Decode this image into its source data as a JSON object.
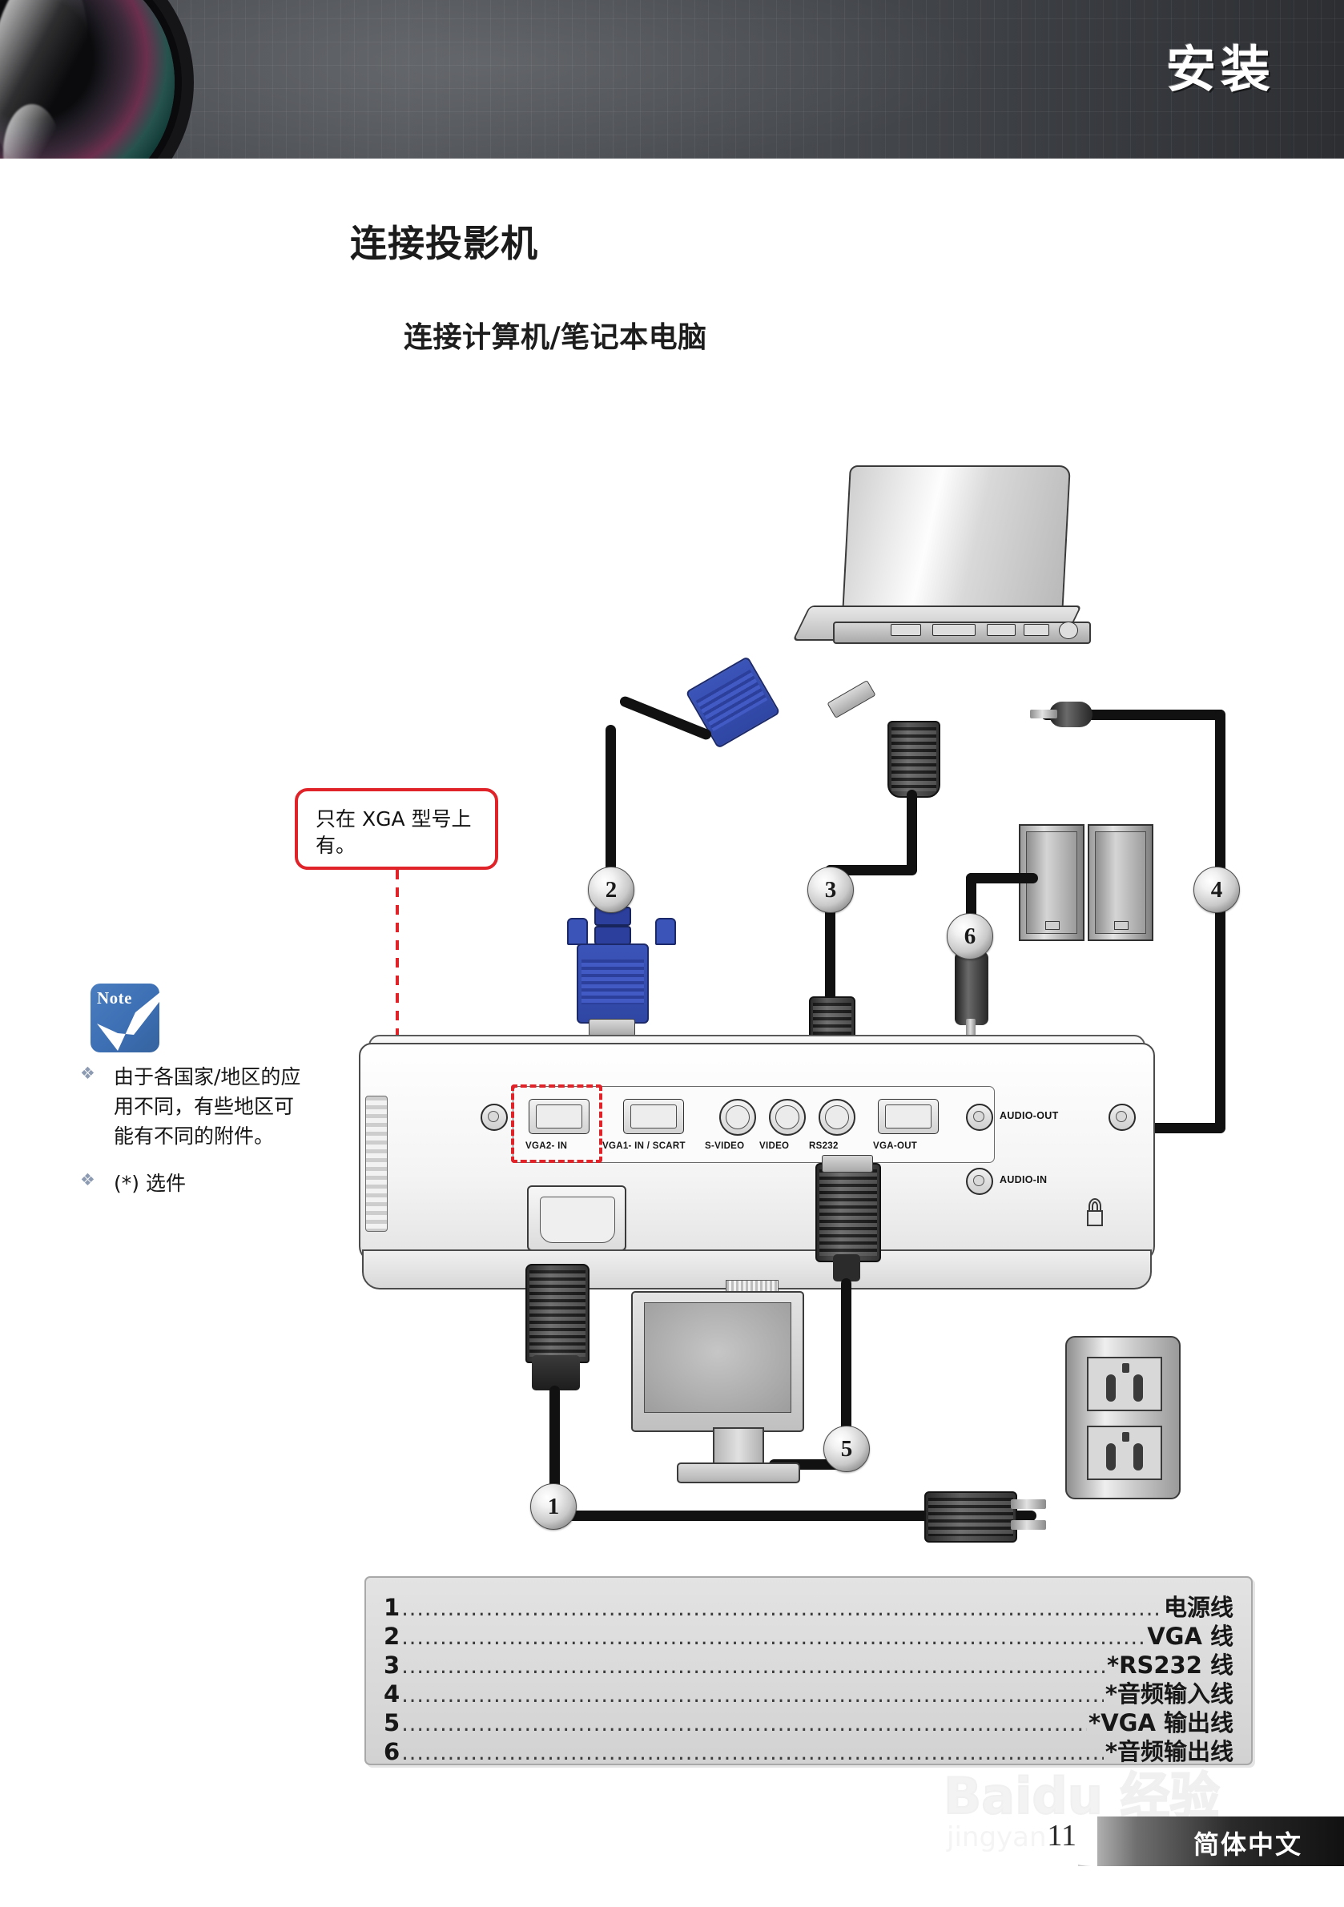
{
  "header": {
    "title": "安装",
    "lens_icon": "camera-lens-icon"
  },
  "headings": {
    "h1": "连接投影机",
    "h2": "连接计算机/笔记本电脑"
  },
  "note": {
    "icon_label": "Note",
    "icon_name": "note-checkmark-icon",
    "bullet_glyph": "❖",
    "items": [
      "由于各国家/地区的应用不同，有些地区可能有不同的附件。",
      "(*) 选件"
    ]
  },
  "callout": {
    "text": "只在 XGA 型号上有。",
    "border_color": "#e02229"
  },
  "diagram": {
    "badges": [
      {
        "id": "1",
        "label": "1"
      },
      {
        "id": "2",
        "label": "2"
      },
      {
        "id": "3",
        "label": "3"
      },
      {
        "id": "4",
        "label": "4"
      },
      {
        "id": "5",
        "label": "5"
      },
      {
        "id": "6",
        "label": "6"
      }
    ],
    "ports": [
      {
        "name": "VGA2- IN"
      },
      {
        "name": "VGA1- IN / SCART"
      },
      {
        "name": "S-VIDEO"
      },
      {
        "name": "VIDEO"
      },
      {
        "name": "RS232"
      },
      {
        "name": "VGA-OUT"
      }
    ],
    "jacks": [
      {
        "name": "AUDIO-OUT"
      },
      {
        "name": "AUDIO-IN"
      }
    ],
    "devices": {
      "laptop": "laptop-icon",
      "speakers": "speaker-pair-icon",
      "monitor": "monitor-icon",
      "wall_outlet": "wall-outlet-icon",
      "projector": "projector-rear-panel"
    },
    "arrow_color": "#29abe2"
  },
  "legend": {
    "dot_leader": "................................................................................................................",
    "rows": [
      {
        "num": "1",
        "name": "电源线"
      },
      {
        "num": "2",
        "name": "VGA 线"
      },
      {
        "num": "3",
        "name": "*RS232 线"
      },
      {
        "num": "4",
        "name": "*音频输入线"
      },
      {
        "num": "5",
        "name": "*VGA 输出线"
      },
      {
        "num": "6",
        "name": "*音频输出线"
      }
    ]
  },
  "footer": {
    "page_number": "11",
    "language": "简体中文",
    "watermark_main": "Baidu 经验",
    "watermark_sub": "jingyan.baidu.com"
  }
}
